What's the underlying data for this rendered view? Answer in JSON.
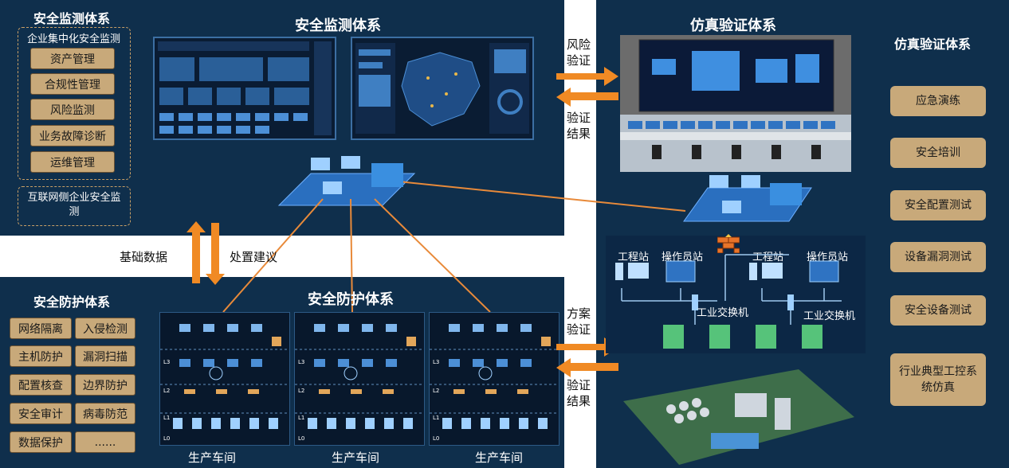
{
  "left_top": {
    "title": "安全监测体系",
    "enterprise_label": "企业集中化安全监测",
    "items": [
      "资产管理",
      "合规性管理",
      "风险监测",
      "业务故障诊断",
      "运维管理"
    ],
    "internet_label": "互联网侧企业安全监测"
  },
  "center_top": {
    "title": "安全监测体系"
  },
  "middle_band": {
    "basic_data": "基础数据",
    "disposal": "处置建议"
  },
  "left_bottom": {
    "title": "安全防护体系",
    "items": [
      "网络隔离",
      "入侵检测",
      "主机防护",
      "漏洞扫描",
      "配置核查",
      "边界防护",
      "安全审计",
      "病毒防范",
      "数据保护",
      "......"
    ]
  },
  "center_bottom": {
    "title": "安全防护体系",
    "workshops": [
      "生产车间",
      "生产车间",
      "生产车间"
    ]
  },
  "arrows_top": {
    "risk": "风险验证",
    "result": "验证结果"
  },
  "arrows_bottom": {
    "plan": "方案验证",
    "result": "验证结果"
  },
  "right_center": {
    "title": "仿真验证体系",
    "eng_station_1": "工程站",
    "op_station_1": "操作员站",
    "eng_station_2": "工程站",
    "op_station_2": "操作员站",
    "switch_1": "工业交换机",
    "switch_2": "工业交换机"
  },
  "right_side": {
    "title": "仿真验证体系",
    "items": [
      "应急演练",
      "安全培训",
      "安全配置测试",
      "设备漏洞测试",
      "安全设备测试",
      "行业典型工控系统仿真"
    ]
  },
  "colors": {
    "panel": "#0f2f4c",
    "button": "#c8a97a",
    "arrow": "#f08a24",
    "line": "#e88a3a"
  }
}
